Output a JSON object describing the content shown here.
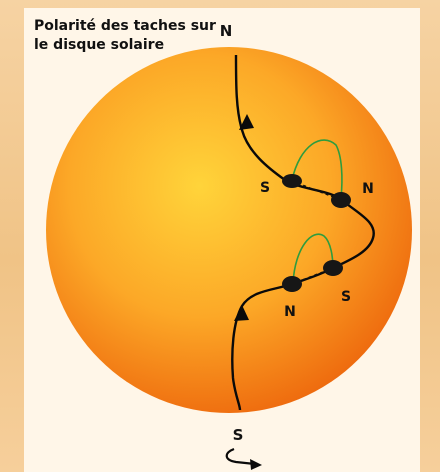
{
  "title": "Polarité des taches sur\nle disque solaire",
  "labels": {
    "north_pole": "N",
    "south_pole": "S",
    "upper_pair_left": "S",
    "upper_pair_right": "N",
    "lower_pair_left": "N",
    "lower_pair_right": "S"
  },
  "colors": {
    "sun_core": "#ffd43a",
    "sun_edge": "#ee6a0e",
    "field_line": "#0a0a0a",
    "loop": "#2f9c3e",
    "spot": "#161616"
  }
}
